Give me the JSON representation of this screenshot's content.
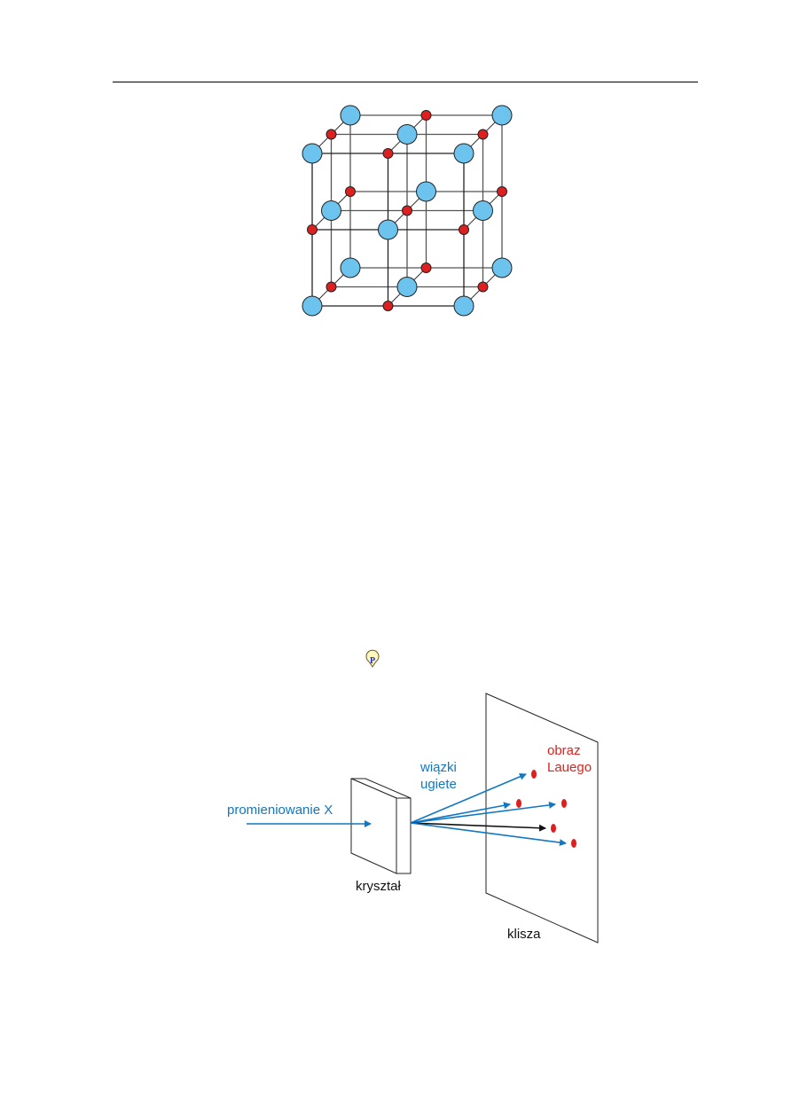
{
  "colors": {
    "blue_atom": "#6cc3ee",
    "red_atom": "#dd1f1f",
    "beam": "#1177c2",
    "label_red": "#e0201c"
  },
  "lattice": {
    "description_icon": "nacl-crystal-lattice",
    "grid_size": 3
  },
  "laue": {
    "source_label": "promieniowanie X",
    "beams_label_line1": "wiązki",
    "beams_label_line2": "ugiete",
    "pattern_label_line1": "obraz",
    "pattern_label_line2": "Lauego",
    "crystal_label": "kryształ",
    "film_label": "klisza",
    "marker_letter": "P"
  }
}
